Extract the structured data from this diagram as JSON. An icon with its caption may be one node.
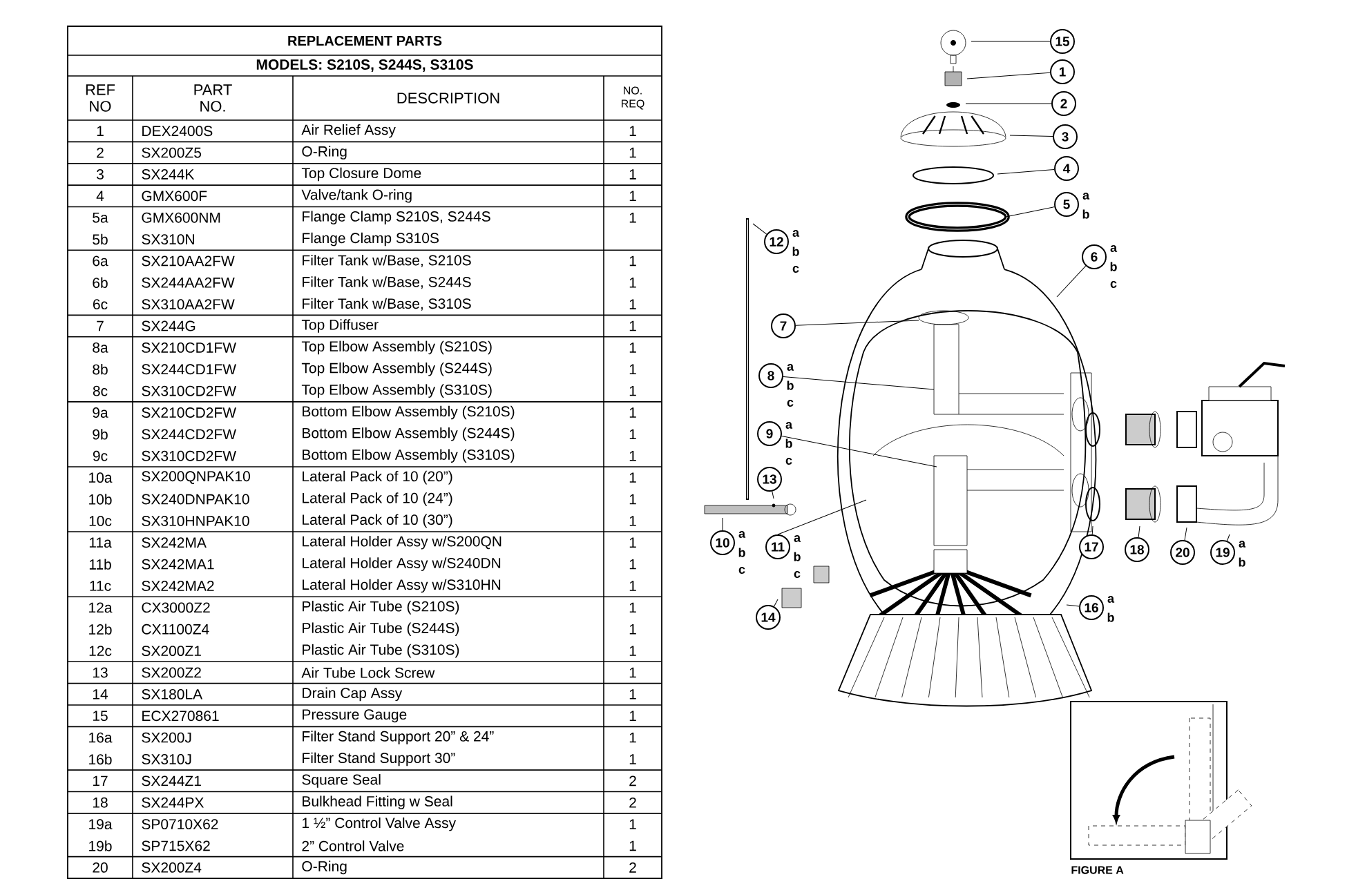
{
  "diagram": {
    "nodes": [
      {
        "text": [
          "15"
        ]
      },
      {
        "text": [
          "1"
        ]
      },
      {
        "text": [
          "2"
        ]
      },
      {
        "text": [
          "3"
        ]
      },
      {
        "text": [
          "4"
        ]
      },
      {
        "text": [
          "5"
        ],
        "beside": [
          "a",
          "b"
        ]
      },
      {
        "text": [
          "12"
        ],
        "beside": [
          "a",
          "b",
          "c"
        ]
      },
      {
        "text": [
          "6"
        ],
        "beside": [
          "a",
          "b",
          "c"
        ]
      },
      {
        "text": [
          "7"
        ]
      },
      {
        "text": [
          "8"
        ],
        "beside": [
          "a",
          "b",
          "c"
        ]
      },
      {
        "text": [
          "9"
        ],
        "beside": [
          "a",
          "b",
          "c"
        ]
      },
      {
        "text": [
          "13"
        ]
      },
      {
        "text": [
          "10"
        ],
        "beside": [
          "a",
          "b",
          "c"
        ]
      },
      {
        "text": [
          "11"
        ],
        "beside": [
          "a",
          "b",
          "c"
        ]
      },
      {
        "text": [
          "14"
        ]
      },
      {
        "text": [
          "17"
        ]
      },
      {
        "text": [
          "18"
        ]
      },
      {
        "text": [
          "20"
        ]
      },
      {
        "text": [
          "19"
        ],
        "beside": [
          "a",
          "b"
        ]
      },
      {
        "text": [
          "16"
        ],
        "beside": [
          "a",
          "b"
        ]
      }
    ],
    "edges": [
      {
        "from": 0,
        "to": null,
        "arrow": "none"
      },
      {
        "from": 1,
        "to": null,
        "arrow": "none"
      },
      {
        "from": 2,
        "to": null,
        "arrow": "none"
      },
      {
        "from": 3,
        "to": null,
        "arrow": "none"
      },
      {
        "from": 4,
        "to": null,
        "arrow": "none"
      },
      {
        "from": 5,
        "to": null,
        "arrow": "none"
      },
      {
        "from": 6,
        "to": null,
        "arrow": "none"
      },
      {
        "from": 7,
        "to": null,
        "arrow": "none"
      },
      {
        "from": 8,
        "to": null,
        "arrow": "none"
      },
      {
        "from": 9,
        "to": null,
        "arrow": "none"
      },
      {
        "from": 10,
        "to": null,
        "arrow": "none"
      },
      {
        "from": 11,
        "to": null,
        "arrow": "none"
      },
      {
        "from": 12,
        "to": null,
        "arrow": "none"
      },
      {
        "from": 13,
        "to": null,
        "arrow": "none"
      },
      {
        "from": 14,
        "to": null,
        "arrow": "none"
      },
      {
        "from": 15,
        "to": null,
        "arrow": "none"
      },
      {
        "from": 16,
        "to": null,
        "arrow": "none"
      },
      {
        "from": 17,
        "to": null,
        "arrow": "none"
      },
      {
        "from": 18,
        "to": null,
        "arrow": "none"
      },
      {
        "from": 19,
        "to": null,
        "arrow": "none"
      }
    ],
    "labels": [
      "REPLACEMENT PARTS",
      "MODELS: S210S, S244S, S310S",
      "REF NO",
      "PART NO.",
      "DESCRIPTION",
      "NO. REQ",
      "1",
      "DEX2400S",
      "Air Relief Assy",
      "1",
      "2",
      "SX200Z5",
      "O-Ring",
      "1",
      "3",
      "SX244K",
      "Top Closure Dome",
      "1",
      "4",
      "GMX600F",
      "Valve/tank O-ring",
      "1",
      "5a",
      "GMX600NM",
      "Flange Clamp S210S, S244S",
      "1",
      "5b",
      "SX310N",
      "Flange Clamp S310S",
      "6a",
      "SX210AA2FW",
      "Filter Tank w/Base, S210S",
      "1",
      "6b",
      "SX244AA2FW",
      "Filter Tank w/Base, S244S",
      "1",
      "6c",
      "SX310AA2FW",
      "Filter Tank w/Base, S310S",
      "1",
      "7",
      "SX244G",
      "Top Diffuser",
      "1",
      "8a",
      "SX210CD1FW",
      "Top Elbow Assembly (S210S)",
      "1",
      "8b",
      "SX244CD1FW",
      "Top Elbow Assembly (S244S)",
      "1",
      "8c",
      "SX310CD2FW",
      "Top Elbow Assembly (S310S)",
      "1",
      "9a",
      "SX210CD2FW",
      "Bottom Elbow Assembly (S210S)",
      "1",
      "9b",
      "SX244CD2FW",
      "Bottom Elbow Assembly (S244S)",
      "1",
      "9c",
      "SX310CD2FW",
      "Bottom Elbow Assembly (S310S)",
      "1",
      "10a",
      "SX200QNPAK10",
      "Lateral Pack of 10 (20”)",
      "1",
      "10b",
      "SX240DNPAK10",
      "Lateral Pack of 10 (24”)",
      "1",
      "10c",
      "SX310HNPAK10",
      "Lateral Pack of 10 (30”)",
      "1",
      "11a",
      "SX242MA",
      "Lateral Holder Assy w/S200QN",
      "1",
      "11b",
      "SX242MA1",
      "Lateral Holder Assy w/S240DN",
      "1",
      "11c",
      "SX242MA2",
      "Lateral Holder Assy w/S310HN",
      "1",
      "12a",
      "CX3000Z2",
      "Plastic Air Tube (S210S)",
      "1",
      "12b",
      "CX1100Z4",
      "Plastic Air Tube (S244S)",
      "1",
      "12c",
      "SX200Z1",
      "Plastic Air Tube (S310S)",
      "1",
      "13",
      "SX200Z2",
      "Air Tube Lock Screw",
      "1",
      "14",
      "SX180LA",
      "Drain Cap Assy",
      "1",
      "15",
      "ECX270861",
      "Pressure Gauge",
      "1",
      "16a",
      "SX200J",
      "Filter Stand Support 20” & 24”",
      "1",
      "16b",
      "SX310J",
      "Filter Stand Support 30”",
      "1",
      "17",
      "SX244Z1",
      "Square Seal",
      "2",
      "18",
      "SX244PX",
      "Bulkhead Fitting w Seal",
      "2",
      "19a",
      "SP0710X62",
      "1 ½” Control Valve Assy",
      "1",
      "19b",
      "SP715X62",
      "2” Control Valve",
      "1",
      "20",
      "SX200Z4",
      "O-Ring",
      "2",
      "FIGURE A"
    ]
  }
}
